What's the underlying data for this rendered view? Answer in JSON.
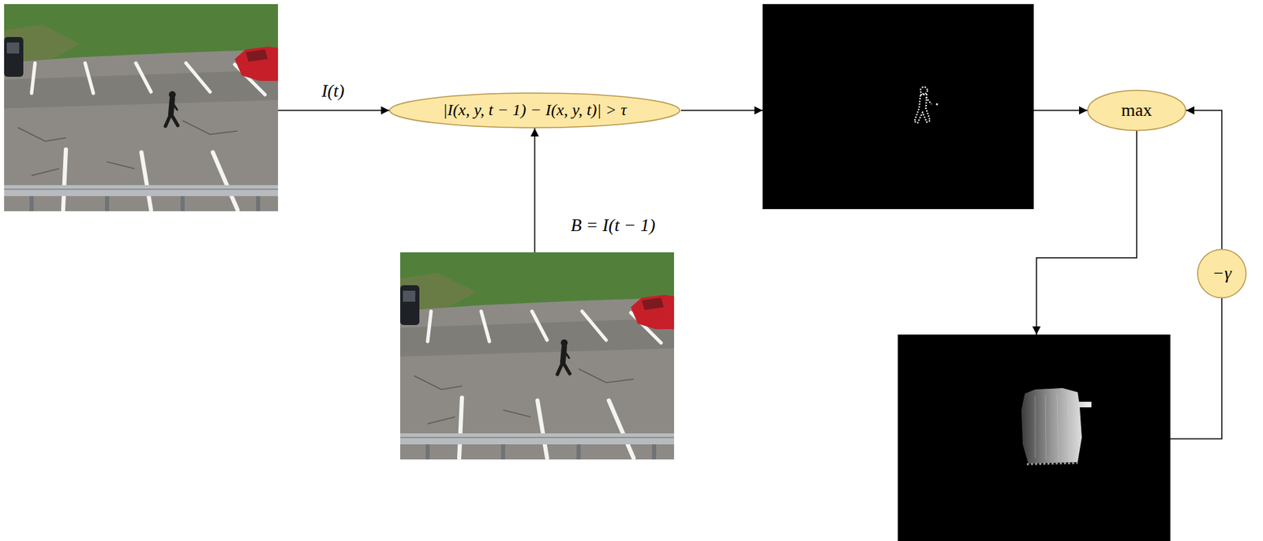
{
  "diagram": {
    "nodes": [
      {
        "text": [
          "|I(x, y, t − 1) − I(x, y, t)| > τ"
        ]
      },
      {
        "text": [
          "max"
        ]
      },
      {
        "text": [
          "−γ"
        ]
      }
    ],
    "edges": [
      {
        "from": 2,
        "to": 1,
        "arrow": "to"
      }
    ],
    "labels": [
      "I(t)",
      "B = I(t − 1)"
    ]
  }
}
